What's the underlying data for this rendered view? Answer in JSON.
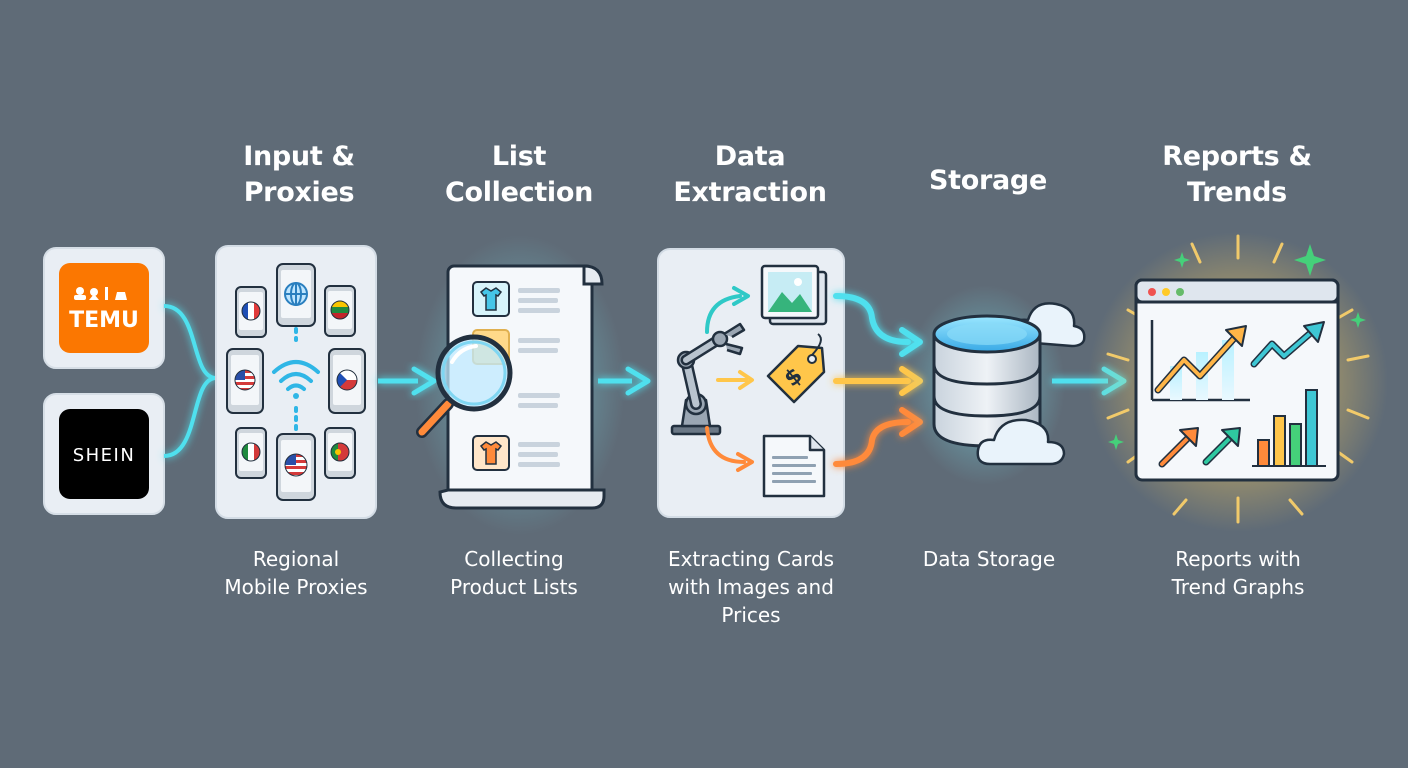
{
  "colors": {
    "background": "#5f6b77",
    "panel": "#eef3f8",
    "outline": "#22303f",
    "cyan": "#4fe0ee",
    "orange": "#ff8a3a",
    "yellow": "#ffc64a",
    "green": "#38c46a",
    "temu_orange": "#fb7701",
    "shein_black": "#000000"
  },
  "brands": {
    "temu": "TEMU",
    "shein": "SHEIN"
  },
  "steps": [
    {
      "title_line1": "Input &",
      "title_line2": "Proxies",
      "caption_line1": "Regional",
      "caption_line2": "Mobile Proxies"
    },
    {
      "title_line1": "List",
      "title_line2": "Collection",
      "caption_line1": "Collecting",
      "caption_line2": "Product Lists"
    },
    {
      "title_line1": "Data",
      "title_line2": "Extraction",
      "caption_line1": "Extracting Cards",
      "caption_line2": "with Images and",
      "caption_line3": "Prices"
    },
    {
      "title_line1": "Storage",
      "caption_line1": "Data Storage"
    },
    {
      "title_line1": "Reports &",
      "title_line2": "Trends",
      "caption_line1": "Reports with",
      "caption_line2": "Trend Graphs"
    }
  ],
  "icons": {
    "phones_with_flags": [
      "france-flag",
      "globe",
      "lithuania-flag",
      "usa-flag",
      "czech-flag",
      "italy-flag",
      "usa-flag",
      "portugal-flag"
    ],
    "list_items": [
      "tshirt-cyan",
      "tshirt-orange"
    ],
    "extraction_outputs": [
      "image-icon",
      "price-tag-icon",
      "document-icon"
    ]
  }
}
